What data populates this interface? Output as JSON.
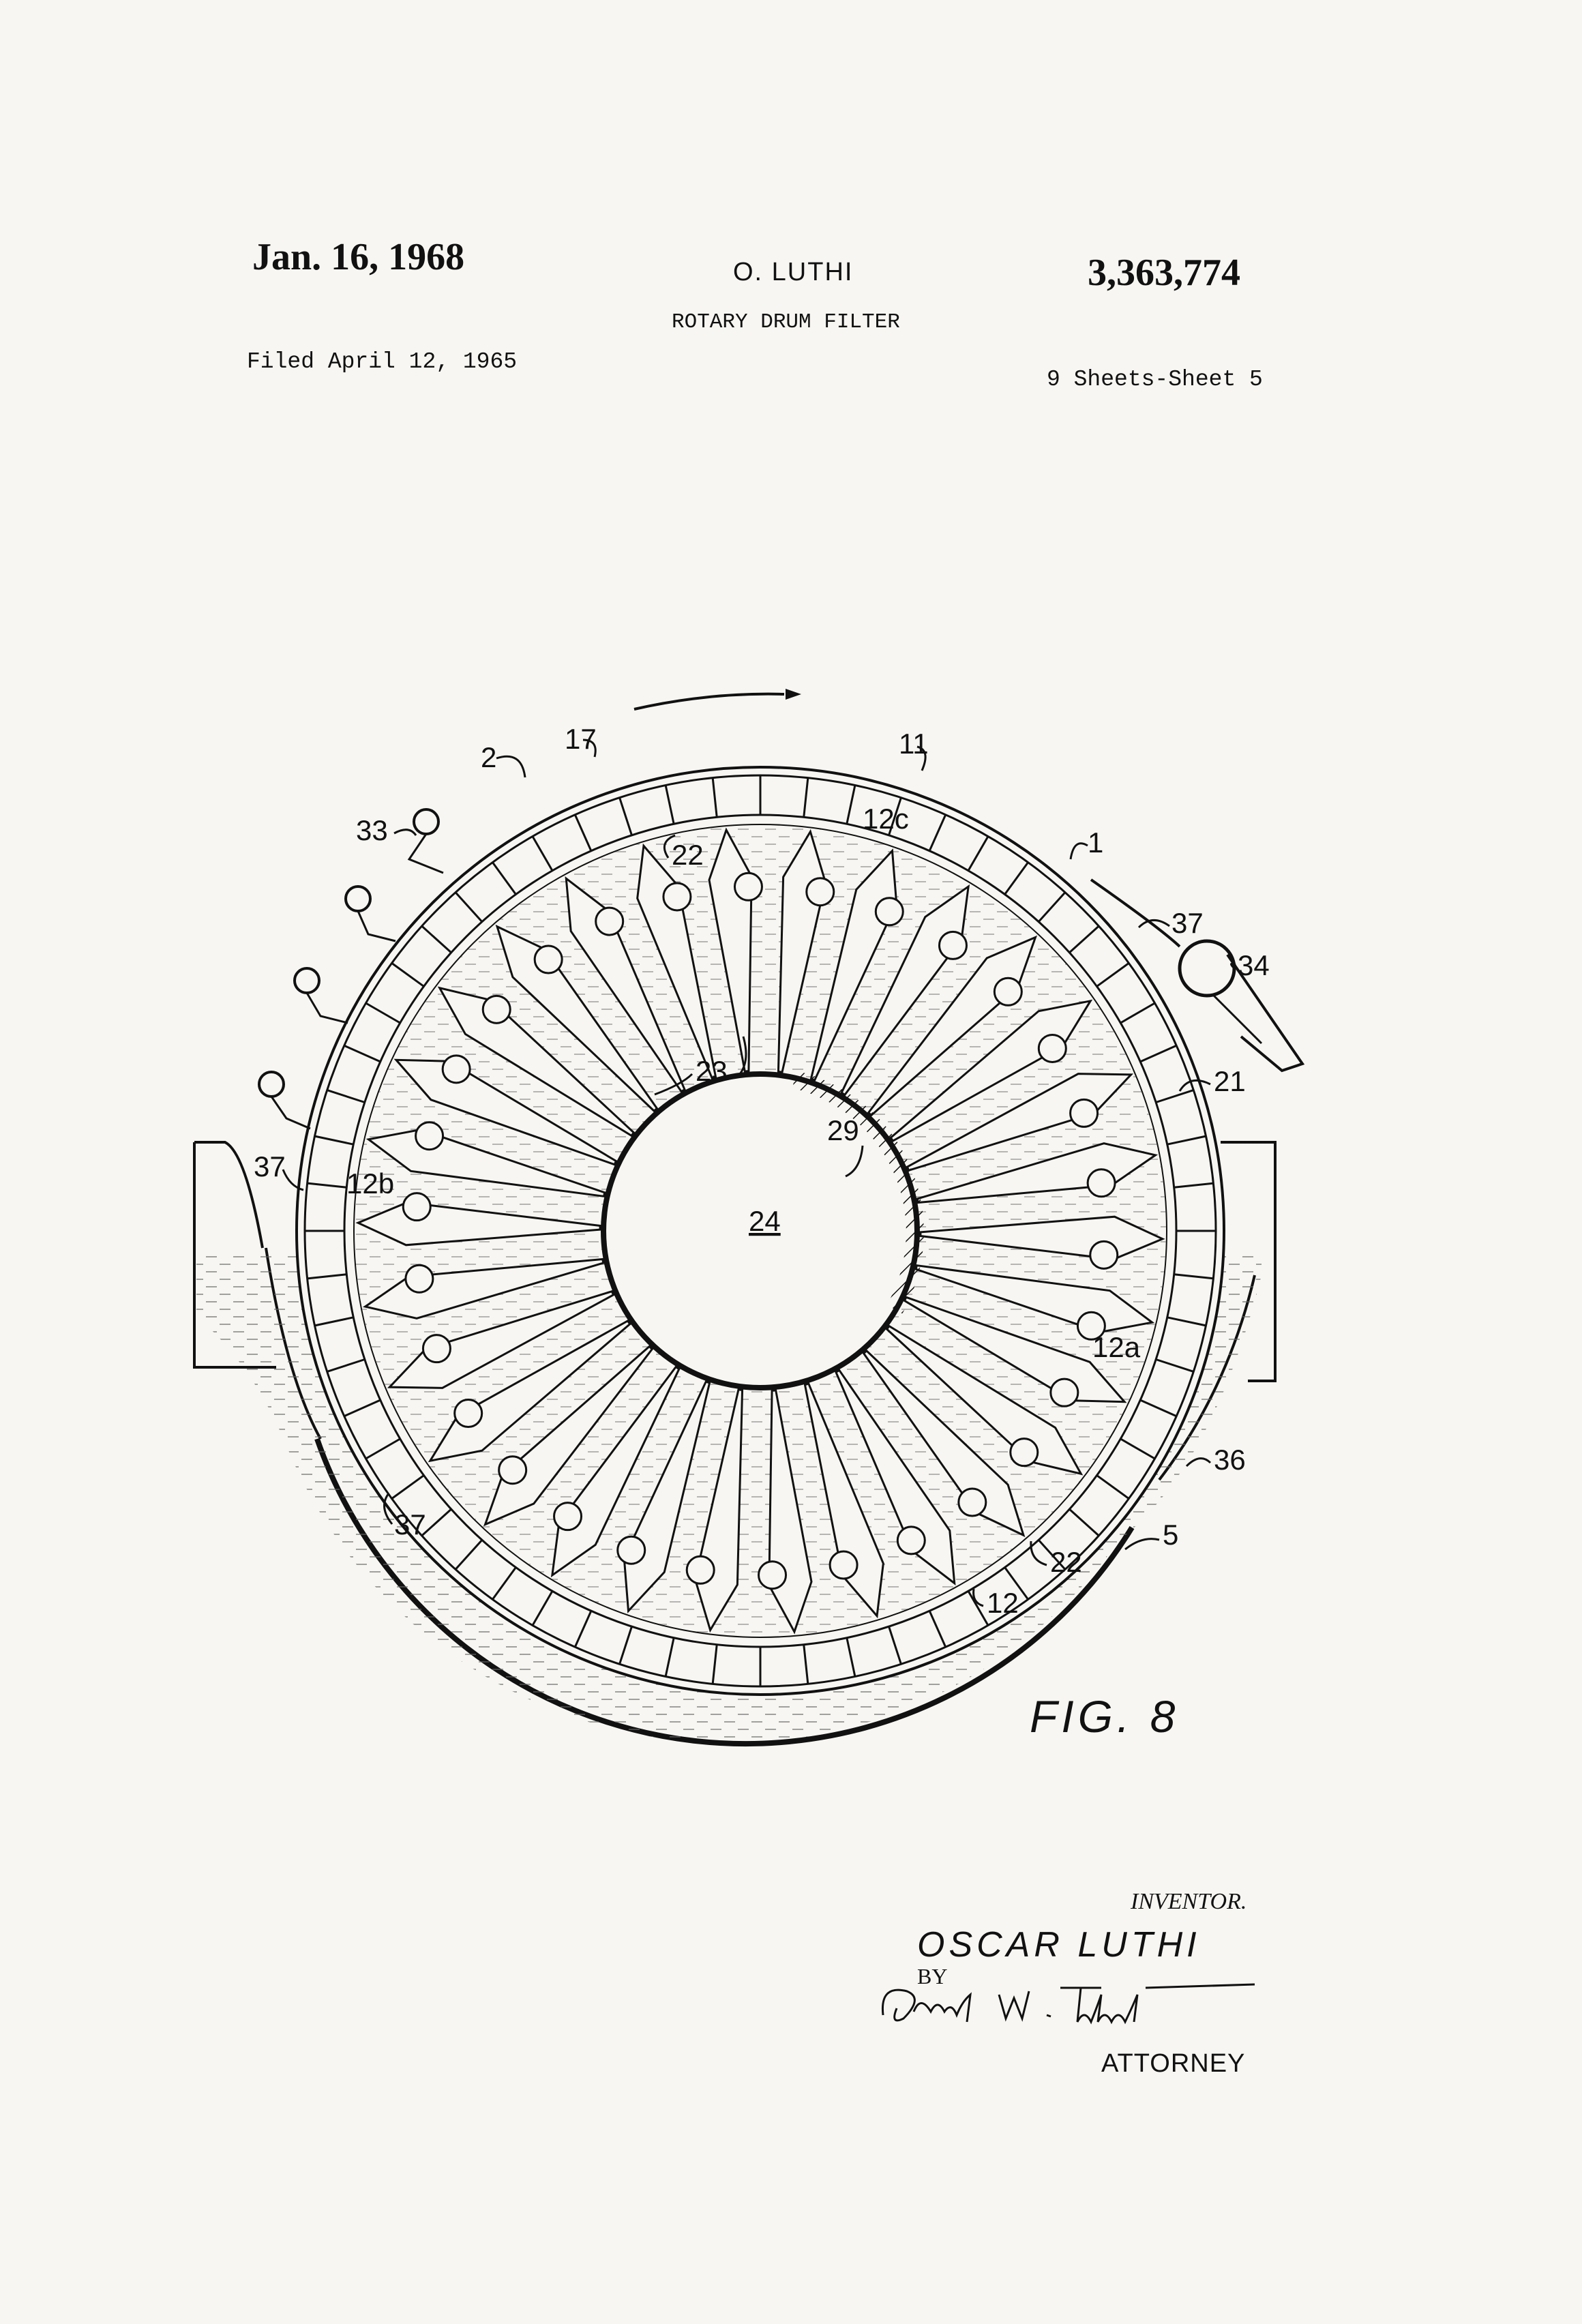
{
  "header": {
    "date": "Jan. 16, 1968",
    "inventor": "O. LUTHI",
    "patent_number": "3,363,774",
    "title": "ROTARY DRUM FILTER",
    "filed": "Filed April 12, 1965",
    "sheets": "9 Sheets-Sheet 5"
  },
  "figure": {
    "caption": "FIG. 8",
    "labels": {
      "l1": "1",
      "l2": "2",
      "l5": "5",
      "l11": "11",
      "l12": "12",
      "l12a": "12a",
      "l12b": "12b",
      "l12c": "12c",
      "l17": "17",
      "l21": "21",
      "l22a": "22",
      "l22b": "22",
      "l23": "23",
      "l24": "24",
      "l29": "29",
      "l33": "33",
      "l34": "34",
      "l36": "36",
      "l37a": "37",
      "l37b": "37",
      "l37c": "37"
    },
    "ink_color": "#111111",
    "liquid_color": "#666666"
  },
  "signature_block": {
    "inventor_label": "INVENTOR.",
    "inventor_name": "OSCAR LUTHI",
    "by": "BY",
    "signature": "David W. Tibbott",
    "attorney_label": "ATTORNEY"
  }
}
